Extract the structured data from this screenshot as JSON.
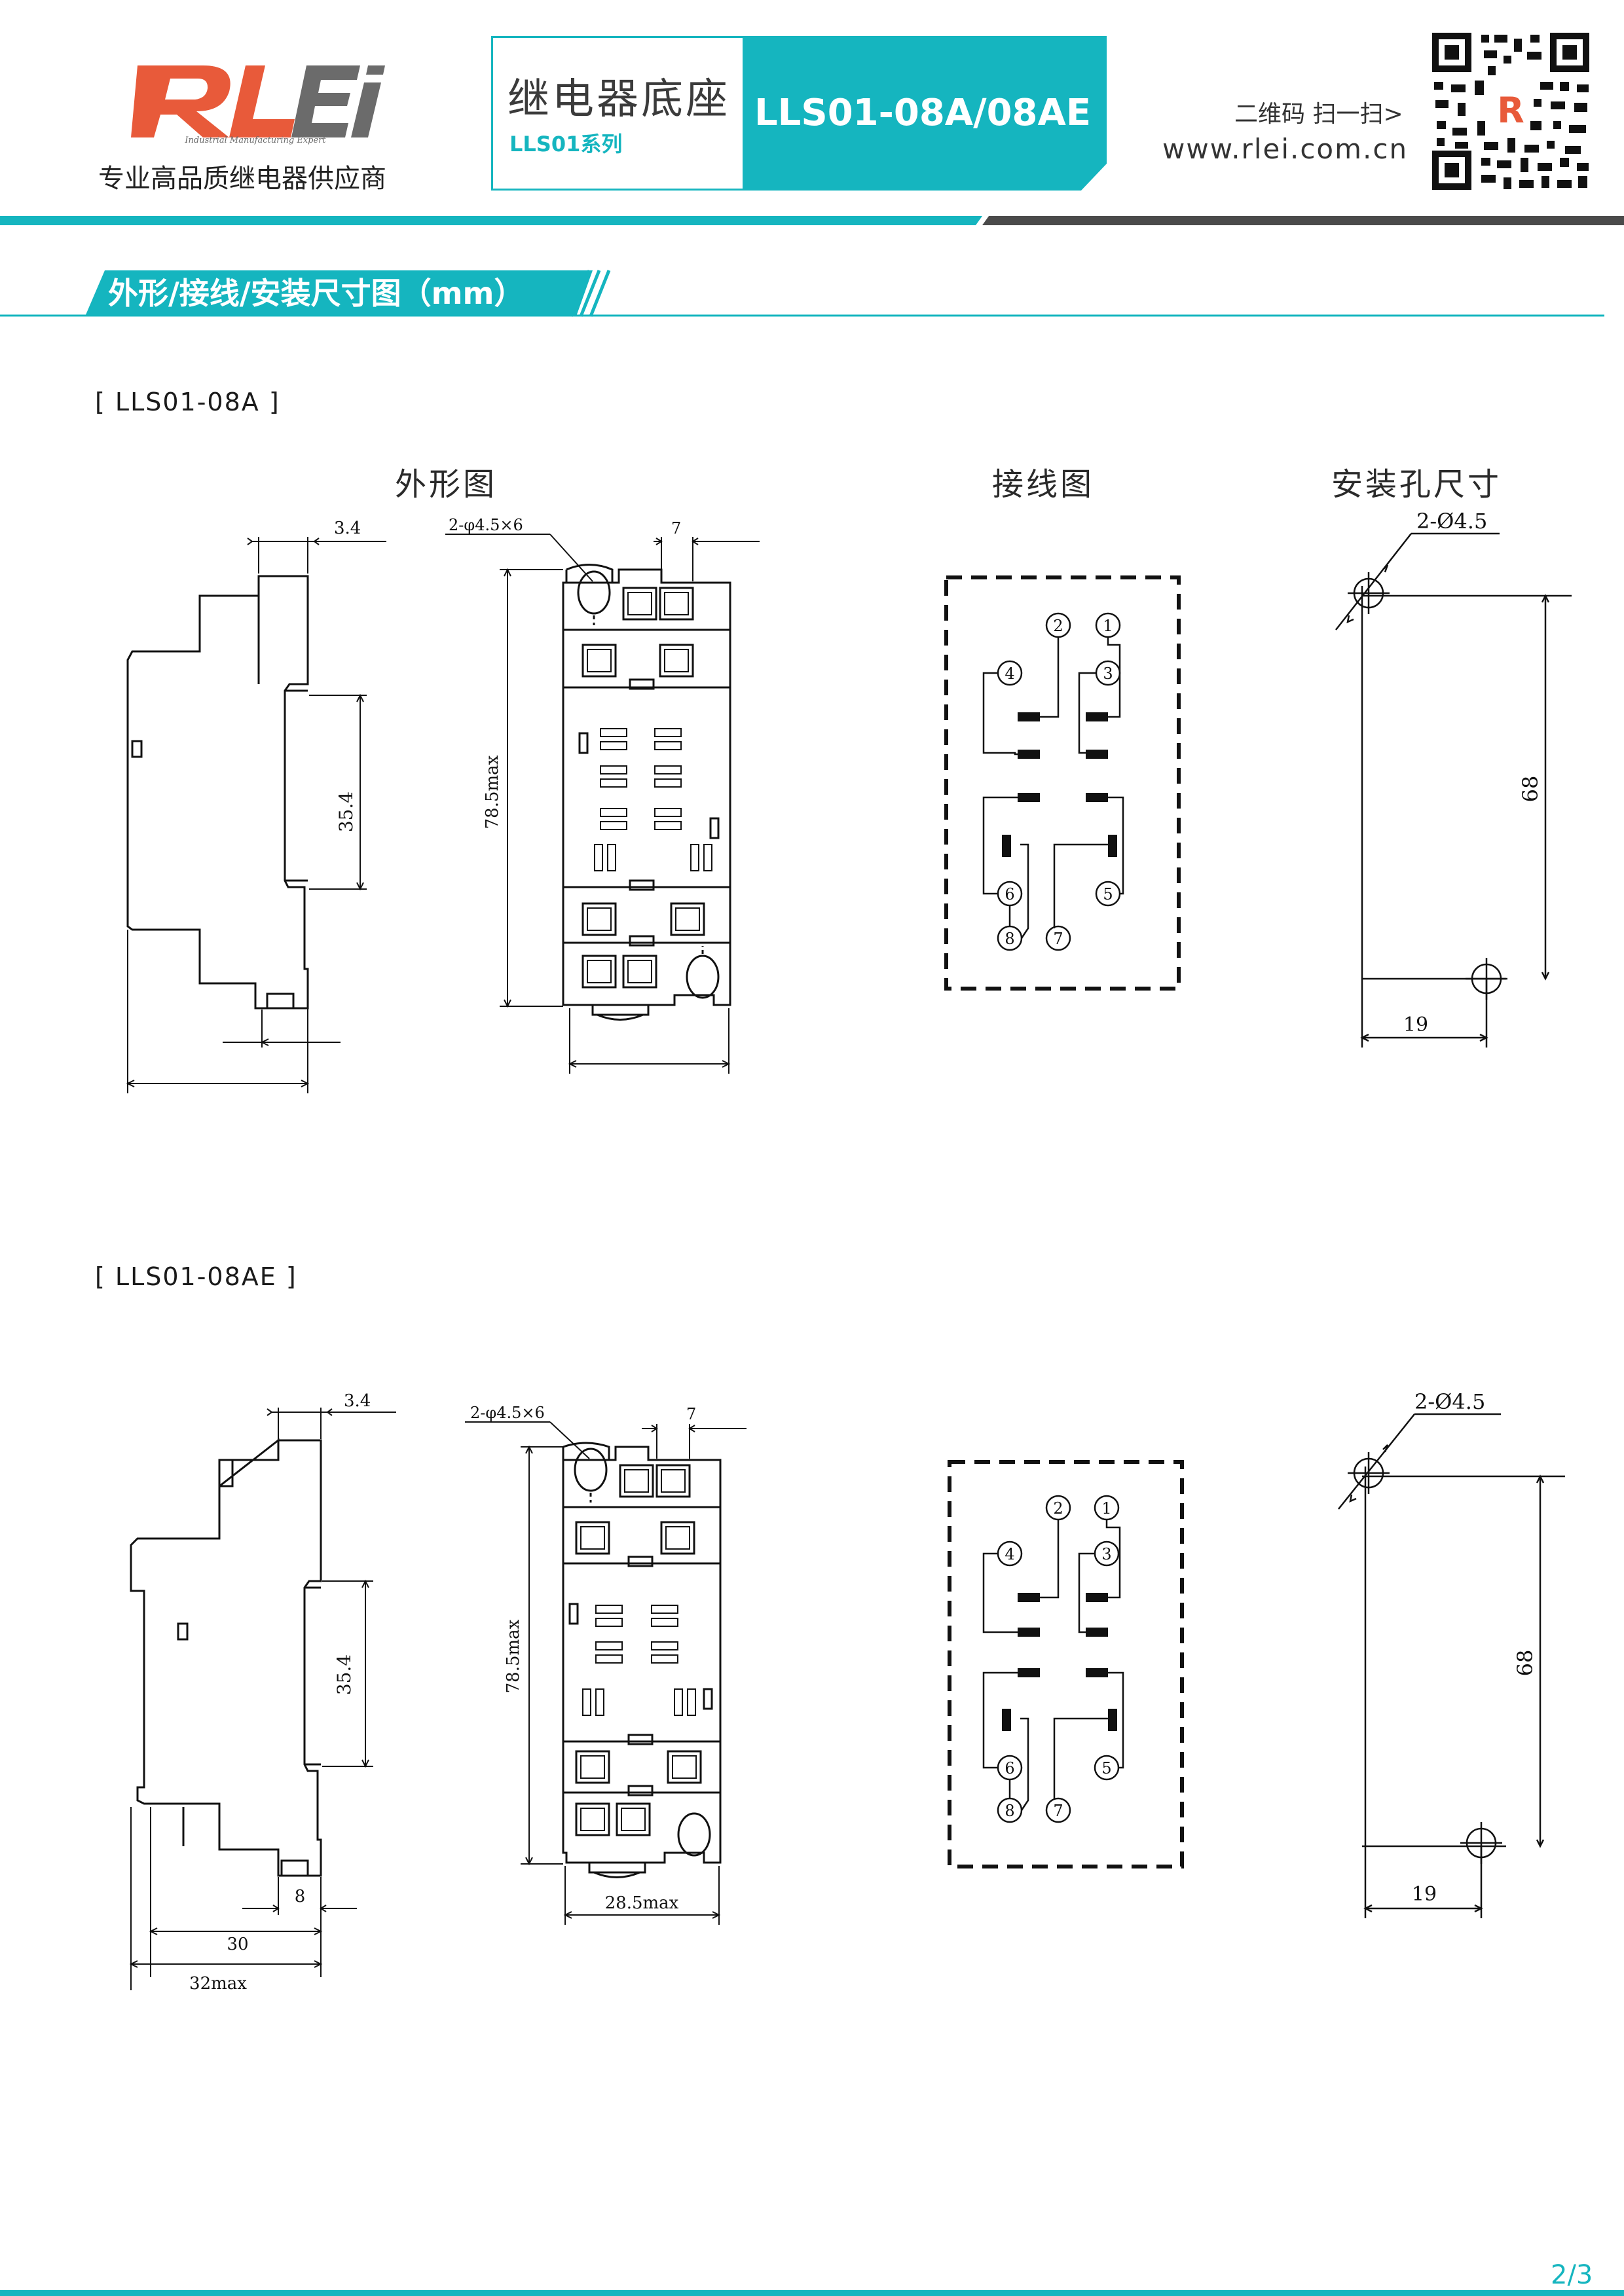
{
  "header": {
    "logo_text": "RLEi",
    "logo_tagline": "Industrial Manufacturing Expert",
    "company_tagline": "专业高品质继电器供应商",
    "product_cn": "继电器底座",
    "series": "LLS01系列",
    "model": "LLS01-08A/08AE",
    "qr_hint": "二维码 扫一扫>",
    "website": "www.rlei.com.cn"
  },
  "section": {
    "title": "外形/接线/安装尺寸图（mm）"
  },
  "captions": {
    "outline": "外形图",
    "wiring": "接线图",
    "mounting": "安装孔尺寸"
  },
  "block_a": {
    "label": "[ LLS01-08A ]",
    "side_width": "3.4",
    "side_height": "35.4",
    "holes": "2-φ4.5×6",
    "pitch": "7",
    "length": "78.5max",
    "mount_holes": "2-Ø4.5",
    "mount_v": "68",
    "mount_h": "19"
  },
  "block_ae": {
    "label": "[ LLS01-08AE ]",
    "side_width": "3.4",
    "side_height": "35.4",
    "dim_8": "8",
    "dim_30": "30",
    "dim_32": "32max",
    "holes": "2-φ4.5×6",
    "pitch": "7",
    "length": "78.5max",
    "width": "28.5max",
    "mount_holes": "2-Ø4.5",
    "mount_v": "68",
    "mount_h": "19"
  },
  "terminals": [
    "1",
    "2",
    "3",
    "4",
    "5",
    "6",
    "7",
    "8"
  ],
  "footer": {
    "page": "2/3"
  },
  "colors": {
    "accent": "#15b5bf",
    "logo_red": "#e85a3a",
    "dark_bar": "#4a4a4a"
  }
}
